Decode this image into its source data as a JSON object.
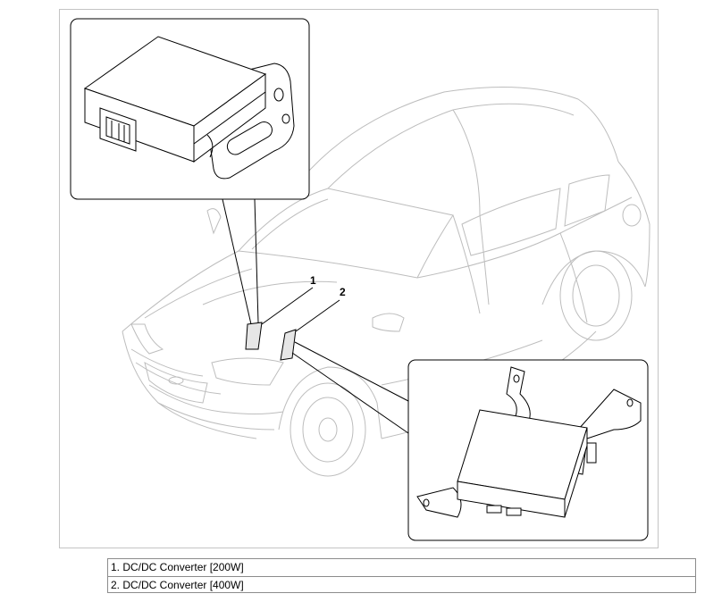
{
  "diagram": {
    "callouts": [
      {
        "number": "1"
      },
      {
        "number": "2"
      }
    ]
  },
  "legend": {
    "items": [
      {
        "text": "1. DC/DC Converter [200W]"
      },
      {
        "text": "2. DC/DC Converter [400W]"
      }
    ]
  }
}
